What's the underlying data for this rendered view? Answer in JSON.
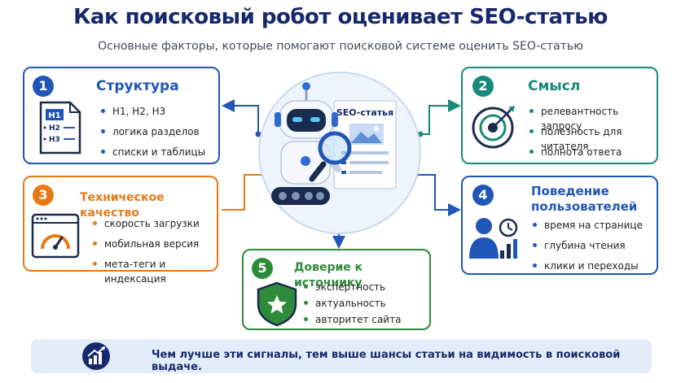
{
  "header": {
    "title": "Как поисковый робот оценивает SEO-статью",
    "subtitle": "Основные факторы, которые помогают поисковой системе оценить SEO-статью"
  },
  "colors": {
    "blue": "#1f56b8",
    "teal": "#188a7a",
    "orange": "#e67917",
    "green": "#2e8b3a",
    "navy": "#16296b"
  },
  "center": {
    "document_label": "SEO-статья"
  },
  "cards": {
    "structure": {
      "number": "1",
      "title": "Структура",
      "icon_labels": [
        "H1",
        "H2",
        "H3"
      ],
      "items": [
        "H1, H2, H3",
        "логика разделов",
        "списки и таблицы"
      ]
    },
    "meaning": {
      "number": "2",
      "title": "Смысл",
      "items": [
        "релевантность запросу",
        "полезность для читателя",
        "полнота ответа"
      ]
    },
    "technical": {
      "number": "3",
      "title": "Техническое качество",
      "items": [
        "скорость загрузки",
        "мобильная версия",
        "мета-теги и индексация"
      ]
    },
    "behavior": {
      "number": "4",
      "title_line1": "Поведение",
      "title_line2": "пользователей",
      "items": [
        "время на странице",
        "глубина чтения",
        "клики и переходы"
      ]
    },
    "trust": {
      "number": "5",
      "title": "Доверие к источнику",
      "items": [
        "экспертность",
        "актуальность",
        "авторитет сайта"
      ]
    }
  },
  "footer": {
    "text": "Чем лучше эти сигналы, тем выше шансы статьи на видимость в поисковой выдаче."
  }
}
